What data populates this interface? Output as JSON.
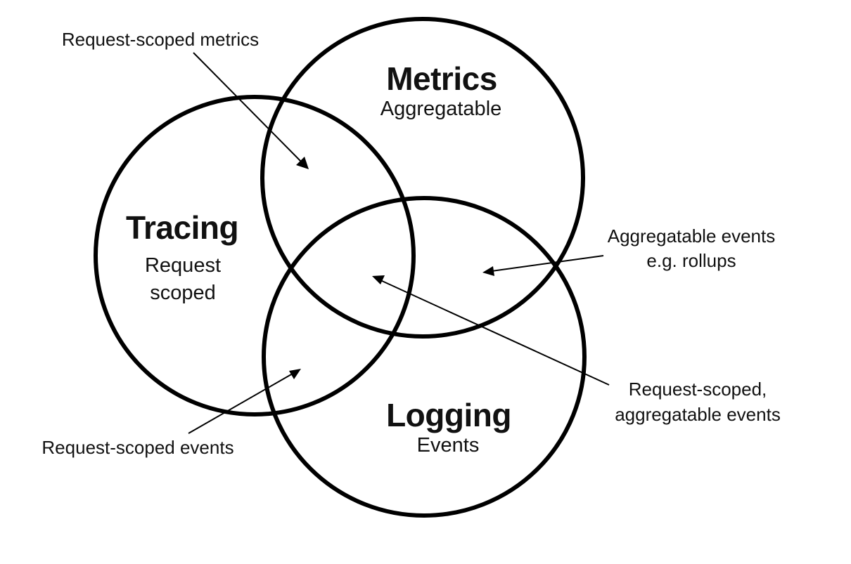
{
  "circles": {
    "tracing": {
      "title": "Tracing",
      "subtitle_line1": "Request",
      "subtitle_line2": "scoped"
    },
    "metrics": {
      "title": "Metrics",
      "subtitle": "Aggregatable"
    },
    "logging": {
      "title": "Logging",
      "subtitle": "Events"
    }
  },
  "annotations": {
    "request_scoped_metrics": "Request-scoped metrics",
    "aggregatable_events_line1": "Aggregatable events",
    "aggregatable_events_line2": "e.g. rollups",
    "request_scoped_aggregatable_line1": "Request-scoped,",
    "request_scoped_aggregatable_line2": "aggregatable events",
    "request_scoped_events": "Request-scoped events"
  }
}
